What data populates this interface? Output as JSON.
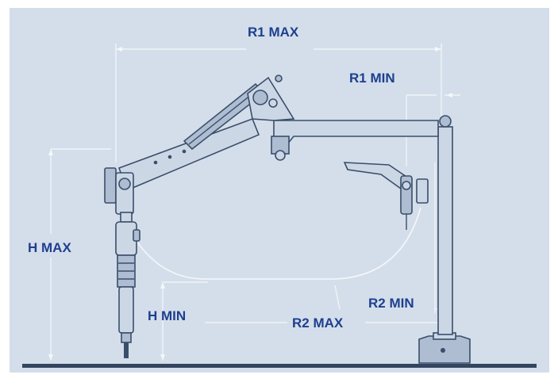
{
  "diagram": {
    "labels": {
      "r1_max": "R1 MAX",
      "r1_min": "R1 MIN",
      "h_max": "H MAX",
      "h_min": "H MIN",
      "r2_max": "R2 MAX",
      "r2_min": "R2 MIN"
    },
    "colors": {
      "background": "#d4deea",
      "label": "#1d3f8f",
      "dimension_lines": "#f4f7fb",
      "outline": "#3a4e6a",
      "ground": "#33455f"
    }
  }
}
